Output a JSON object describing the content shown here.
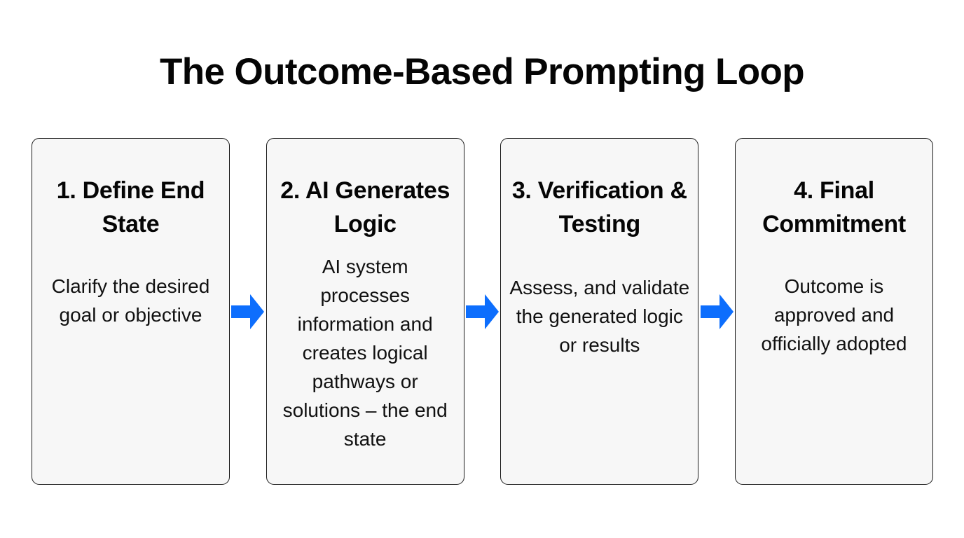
{
  "title": "The Outcome-Based Prompting Loop",
  "colors": {
    "page_background": "#ffffff",
    "card_background": "#f7f7f7",
    "card_border": "#1b1b1b",
    "arrow_blue": "#0d6efd",
    "text": "#050505"
  },
  "steps": [
    {
      "heading": "1. Define End State",
      "body": "Clarify the desired goal or objective"
    },
    {
      "heading": "2. AI Generates Logic",
      "body": "AI system processes information and creates logical pathways or solutions – the end state"
    },
    {
      "heading": "3. Verification & Testing",
      "body": "Assess, and validate the generated logic or results"
    },
    {
      "heading": "4. Final Commitment",
      "body": "Outcome is approved and officially adopted"
    }
  ],
  "connectors": [
    {
      "icon": "right-arrow-icon"
    },
    {
      "icon": "right-arrow-icon"
    },
    {
      "icon": "right-arrow-icon"
    }
  ]
}
